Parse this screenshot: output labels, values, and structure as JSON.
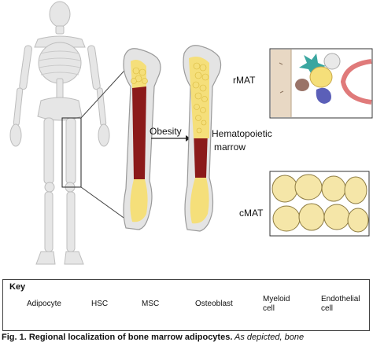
{
  "labels": {
    "rmat": "rMAT",
    "obesity": "Obesity",
    "hematopoietic_line1": "Hematopoietic",
    "hematopoietic_line2": "marrow",
    "cmat": "cMAT"
  },
  "key": {
    "title": "Key",
    "items": [
      {
        "label": "Adipocyte",
        "icon": "adipocyte-icon"
      },
      {
        "label": "HSC",
        "icon": "hsc-icon"
      },
      {
        "label": "MSC",
        "icon": "msc-icon"
      },
      {
        "label": "Osteoblast",
        "icon": "osteoblast-icon"
      },
      {
        "label_line1": "Myeloid",
        "label_line2": "cell",
        "icon": "myeloid-cell-icon"
      },
      {
        "label_line1": "Endothelial",
        "label_line2": "cell",
        "icon": "endothelial-cell-icon"
      }
    ]
  },
  "caption": {
    "bold": "Fig. 1. Regional localization of bone marrow adipocytes.",
    "rest": " As depicted, bone"
  },
  "colors": {
    "adipocyte": "#f5df7a",
    "marrow_red": "#8b1a1a",
    "bone": "#e4e4e4",
    "msc_teal": "#3aa6a0",
    "osteoblast": "#9a7468",
    "myeloid": "#5b5fb8",
    "endothelial": "#e07a7a"
  }
}
